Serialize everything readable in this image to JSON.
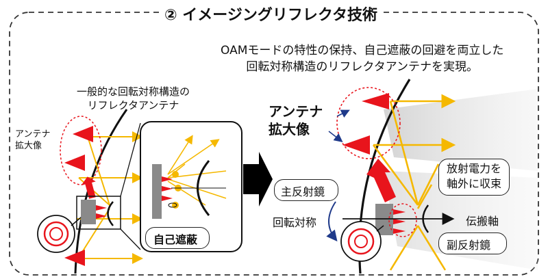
{
  "title": "② イメージングリフレクタ技術",
  "description": {
    "line1": "OAMモードの特性の保持、自己遮蔽の回避を両立した",
    "line2": "回転対称構造のリフレクタアンテナを実現。"
  },
  "left": {
    "caption_line1": "一般的な回転対称構造の",
    "caption_line2": "リフレクタアンテナ",
    "antenna_label_line1": "アンテナ",
    "antenna_label_line2": "拡大像",
    "self_block_label": "自己遮蔽"
  },
  "right": {
    "antenna_label_line1": "アンテナ",
    "antenna_label_line2": "拡大像",
    "main_reflector_label": "主反射鏡",
    "rotational_symmetry_label": "回転対称",
    "propagation_axis_label": "伝搬軸",
    "sub_reflector_label": "副反射鏡",
    "convergence_line1": "放射電力を",
    "convergence_line2": "軸外に収束"
  },
  "colors": {
    "ray": "#f5b800",
    "antenna": "#e8141c",
    "accent_arrow": "#1f3a8a",
    "block": "#8a8a8a"
  }
}
